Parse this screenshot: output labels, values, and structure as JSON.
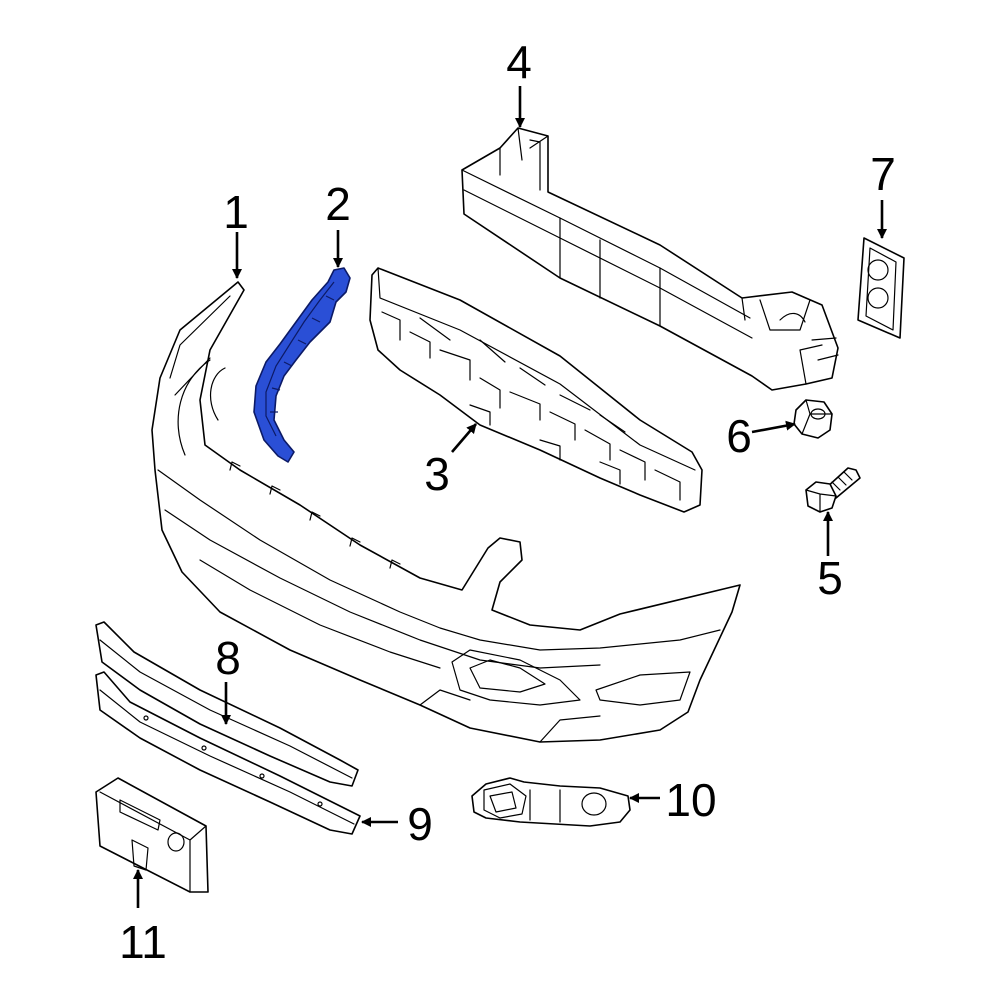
{
  "callouts": {
    "c1": "1",
    "c2": "2",
    "c3": "3",
    "c4": "4",
    "c5": "5",
    "c6": "6",
    "c7": "7",
    "c8": "8",
    "c9": "9",
    "c10": "10",
    "c11": "11"
  },
  "colors": {
    "highlight": "#2a4fd6",
    "line": "#000000",
    "background": "#ffffff"
  },
  "highlighted_part": "2"
}
